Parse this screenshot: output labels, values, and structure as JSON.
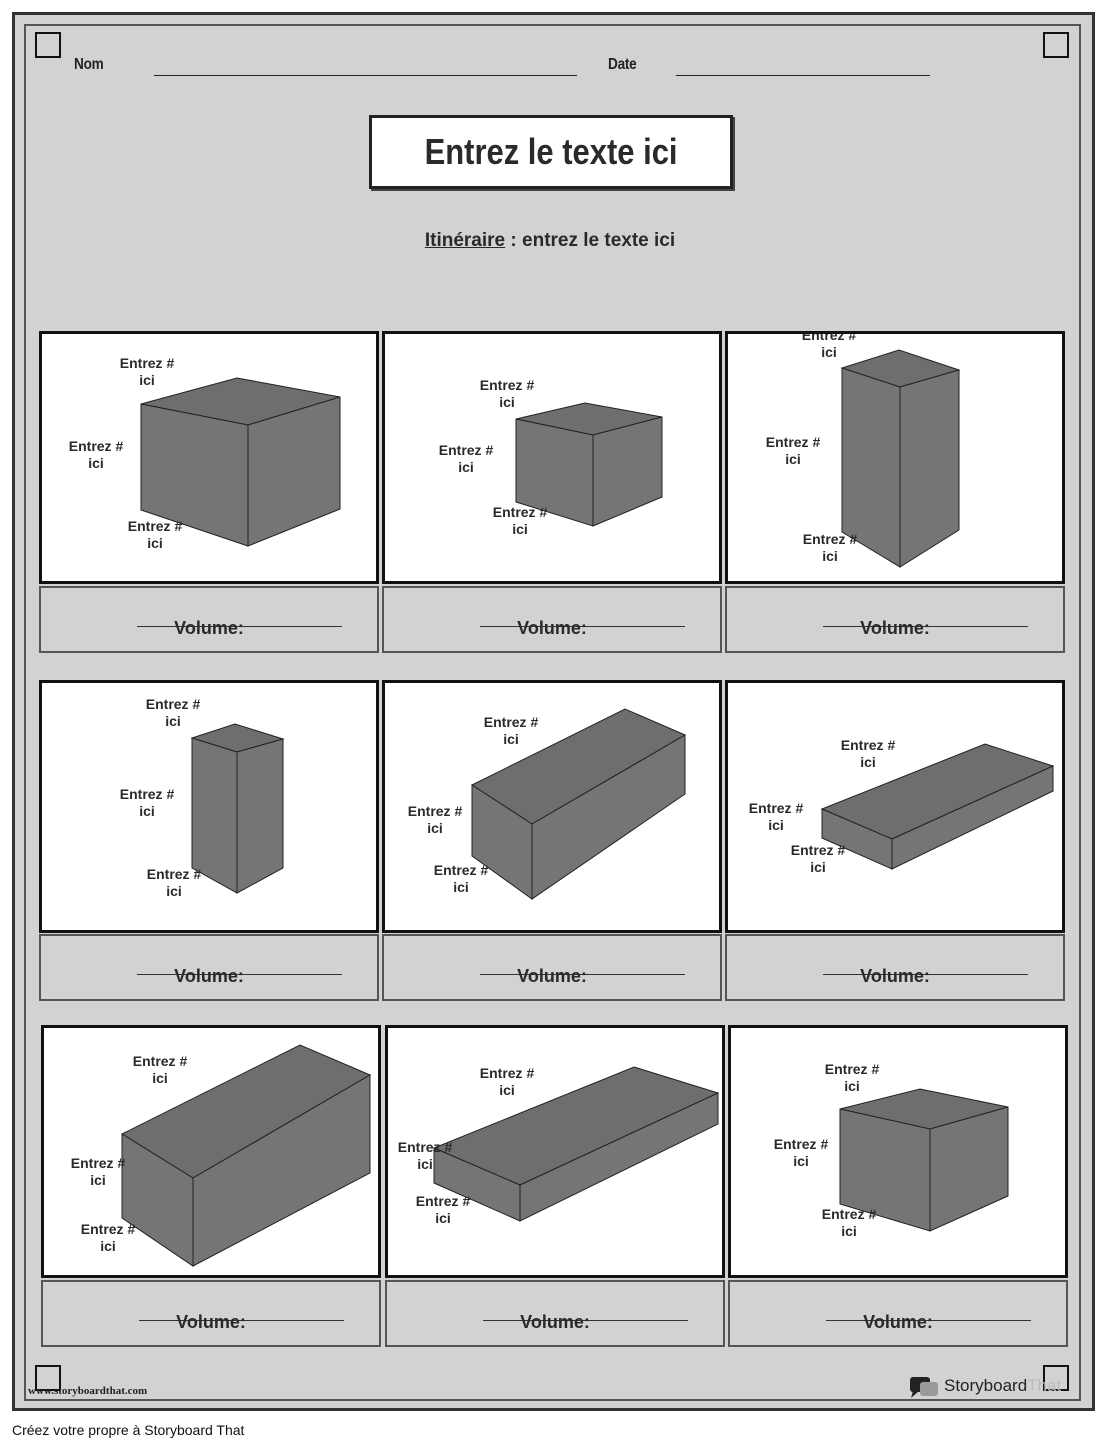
{
  "header": {
    "name_label": "Nom",
    "date_label": "Date"
  },
  "title": "Entrez le texte ici",
  "instructions": {
    "label": "Itinéraire",
    "separator": ":",
    "text": "entrez le texte ici"
  },
  "volume_label": "Volume:",
  "dimension_placeholder_line1": "Entrez #",
  "dimension_placeholder_line2": "ici",
  "watermark_url": "www.storyboardthat.com",
  "brand": {
    "name_main": "Storyboard",
    "name_light": "That"
  },
  "footer_text": "Créez votre propre à Storyboard That",
  "colors": {
    "page_bg": "#d2d2d2",
    "shape_fill": "#757575",
    "panel_bg": "#ffffff"
  },
  "shapes": [
    {
      "shape": "rectangular-prism",
      "proportion": "cube"
    },
    {
      "shape": "rectangular-prism",
      "proportion": "cube"
    },
    {
      "shape": "rectangular-prism",
      "proportion": "tall"
    },
    {
      "shape": "rectangular-prism",
      "proportion": "tall"
    },
    {
      "shape": "rectangular-prism",
      "proportion": "long"
    },
    {
      "shape": "rectangular-prism",
      "proportion": "flat"
    },
    {
      "shape": "rectangular-prism",
      "proportion": "long"
    },
    {
      "shape": "rectangular-prism",
      "proportion": "flat"
    },
    {
      "shape": "rectangular-prism",
      "proportion": "cube"
    }
  ]
}
